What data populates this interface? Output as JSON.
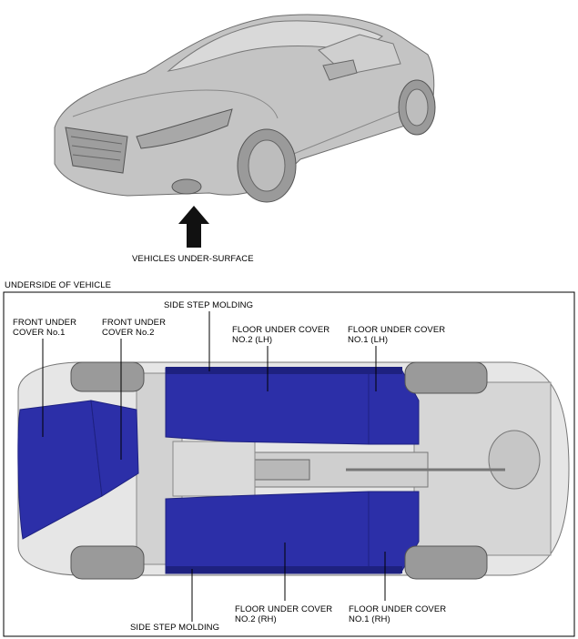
{
  "top_figure": {
    "arrow_label": "VEHICLES UNDER-SURFACE"
  },
  "bottom_figure": {
    "frame_title": "UNDERSIDE OF VEHICLE",
    "labels": {
      "side_step_molding_top": "SIDE STEP MOLDING",
      "front_under_cover_1": "FRONT UNDER\nCOVER No.1",
      "front_under_cover_2": "FRONT UNDER\nCOVER No.2",
      "floor_under_cover_2_lh": "FLOOR UNDER COVER\nNO.2 (LH)",
      "floor_under_cover_1_lh": "FLOOR UNDER COVER\nNO.1 (LH)",
      "floor_under_cover_2_rh": "FLOOR UNDER COVER\nNO.2 (RH)",
      "floor_under_cover_1_rh": "FLOOR UNDER COVER\nNO.1 (RH)",
      "side_step_molding_bottom": "SIDE STEP MOLDING"
    }
  },
  "colors": {
    "cover_blue": "#2c2fa8",
    "cover_blue_dark": "#1e2180",
    "car_body": "#b9b9b9",
    "car_shadow": "#8a8a8a",
    "tire": "#9a9a9a",
    "chassis": "#d6d6d6"
  }
}
